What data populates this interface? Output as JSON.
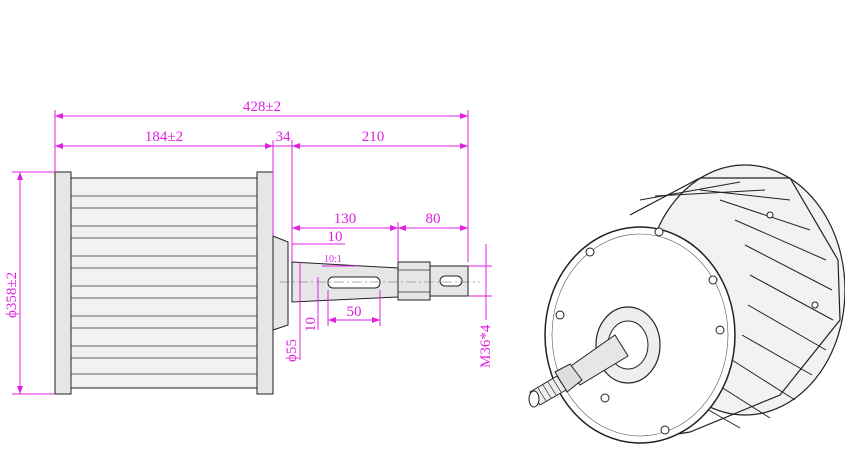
{
  "dimensions": {
    "overall_length": "428±2",
    "body_length": "184±2",
    "flange_width": "34",
    "shaft_length": "210",
    "shaft_section_1": "130",
    "shaft_section_2": "80",
    "shoulder": "10",
    "taper": "10:1",
    "keyway_width": "10",
    "keyway_length": "50",
    "shaft_diameter": "ϕ55",
    "body_diameter": "ϕ358±2",
    "thread": "M36*4"
  },
  "colors": {
    "dimension": "#e020e0",
    "outline": "#222222",
    "fill_light": "#f2f2f2"
  }
}
